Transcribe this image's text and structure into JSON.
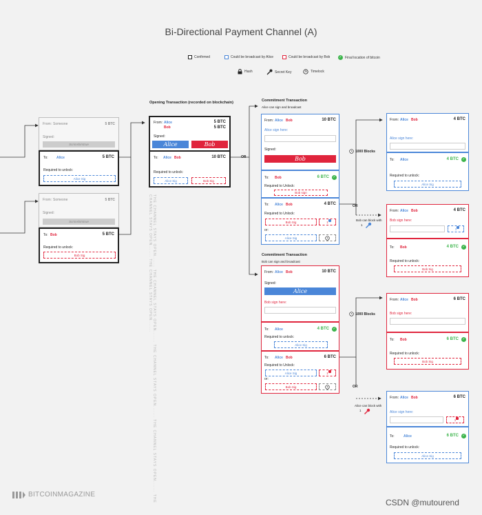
{
  "title": "Bi-Directional Payment Channel (A)",
  "legend": {
    "confirmed": "Confirmed",
    "alice_broadcast": "Could be broadcast by Alice",
    "bob_broadcast": "Could be broadcast by Bob",
    "final": "Final location of bitcoin",
    "hash": "Hash",
    "secret_key": "Secret Key",
    "timelock": "Timelock"
  },
  "colors": {
    "alice": "#4a86d8",
    "bob": "#e0243c",
    "confirmed": "#222222",
    "final": "#3cb44b"
  },
  "labels": {
    "from": "From:",
    "to": "To:",
    "signed": "Signed:",
    "required": "Required to unlock:",
    "required_cap": "Required to Unlock:",
    "or": "or:",
    "or_big": "OR",
    "alice": "Alice",
    "bob": "Bob",
    "someone": "Someone",
    "scribble": "Scrimshirstrue",
    "alice_sig": "Alice Sig",
    "bob_sig": "Bob Sig",
    "bob_sign": "Bob sign",
    "alice_sign_here": "Alice sign here:",
    "bob_sign_here": "Bob sign here:",
    "one": "1"
  },
  "funding": {
    "top": {
      "amount": "5 BTC",
      "to_amount": "5 BTC"
    },
    "bottom": {
      "amount": "5 BTC",
      "to_amount": "5 BTC"
    }
  },
  "opening": {
    "heading": "Opening Transaction (recorded on blockchain)",
    "from_amount": "5 BTC",
    "to_amount": "10 BTC"
  },
  "commit_a": {
    "heading": "Commitment Transaction",
    "sub": "Alice can sign and broadcast",
    "amount": "10 BTC",
    "out1": "6 BTC",
    "out2": "4 BTC"
  },
  "commit_b": {
    "heading": "Commitment Transaction",
    "sub": "Bob can sign and broadcast",
    "amount": "10 BTC",
    "out1": "4 BTC",
    "out2": "6 BTC"
  },
  "blocks": "1000 Blocks",
  "bob_block": "Bob can block with",
  "alice_block": "Alice can block with",
  "right": {
    "r1": "4 BTC",
    "r2": "4 BTC",
    "r3": "6 BTC",
    "r4": "6 BTC"
  },
  "channel_open": "THE CHANNEL STAYS OPEN....... THE CHANNEL STAYS OPEN....... THE CHANNEL STAYS OPEN....... THE CHANNEL STAYS OPEN....... THE CHANNEL STAYS OPEN....... THE CHANNEL STAYS OPEN.......",
  "brand": "BITCOINMAGAZINE",
  "watermark": "CSDN @mutourend"
}
